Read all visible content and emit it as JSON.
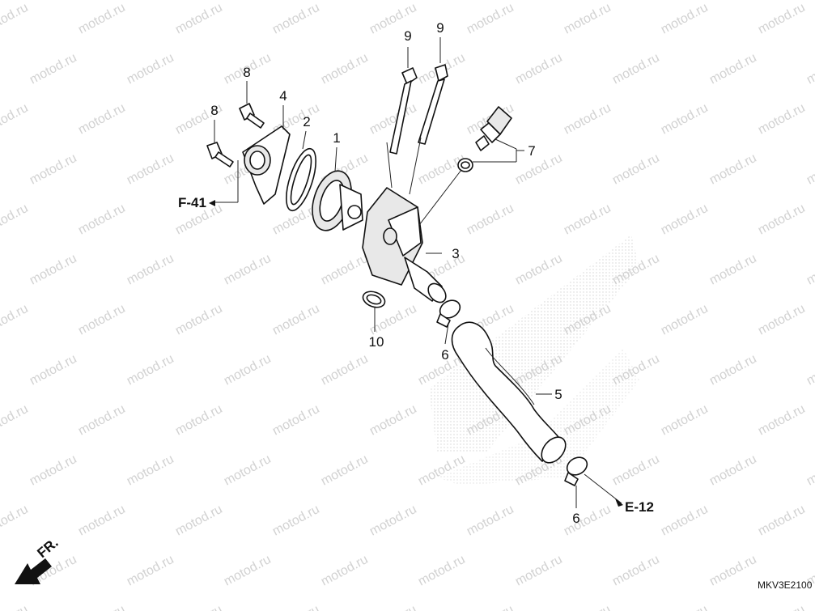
{
  "watermark": "motod.ru",
  "diagram_code": "MKV3E2100",
  "front_indicator": "FR.",
  "references": {
    "f41": "F-41",
    "e12": "E-12"
  },
  "callouts": {
    "thermostat": "1",
    "gasket_o_ring": "2",
    "thermostat_housing": "3",
    "thermostat_cover": "4",
    "water_hose": "5",
    "hose_clamp_upper": "6",
    "hose_clamp_lower": "6",
    "temp_sensor": "7",
    "bolt_cover_top": "8",
    "bolt_cover_left": "8",
    "bolt_housing_left": "9",
    "bolt_housing_right": "9",
    "o_ring_housing": "10"
  }
}
